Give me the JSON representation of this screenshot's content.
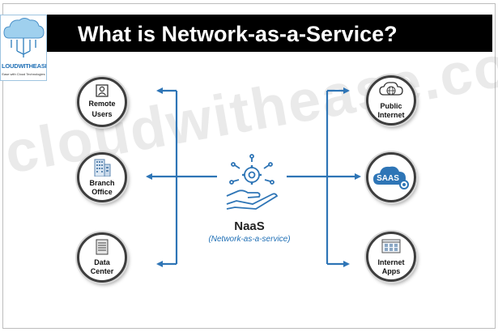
{
  "title": "What is Network-as-a-Service?",
  "logo": {
    "name": "LOUDWITHEASE",
    "tagline": "Ease with Cloud Technologies"
  },
  "watermark": "cloudwithease.com",
  "center": {
    "label": "NaaS",
    "sublabel": "(Network-as-a-service)"
  },
  "left_nodes": [
    {
      "line1": "Remote",
      "line2": "Users",
      "icon": "remote-user-icon"
    },
    {
      "line1": "Branch",
      "line2": "Office",
      "icon": "building-icon"
    },
    {
      "line1": "Data",
      "line2": "Center",
      "icon": "server-rack-icon"
    }
  ],
  "right_nodes": [
    {
      "line1": "Public",
      "line2": "Internet",
      "icon": "globe-cloud-icon"
    },
    {
      "line1": "SAAS",
      "line2": "",
      "icon": "saas-cloud-icon"
    },
    {
      "line1": "Internet",
      "line2": "Apps",
      "icon": "app-window-icon"
    }
  ],
  "colors": {
    "title_bg": "#000000",
    "title_text": "#ffffff",
    "arrows": "#2e75b6",
    "sublabel": "#1f6fb5",
    "saas_cloud": "#2e75b6"
  }
}
